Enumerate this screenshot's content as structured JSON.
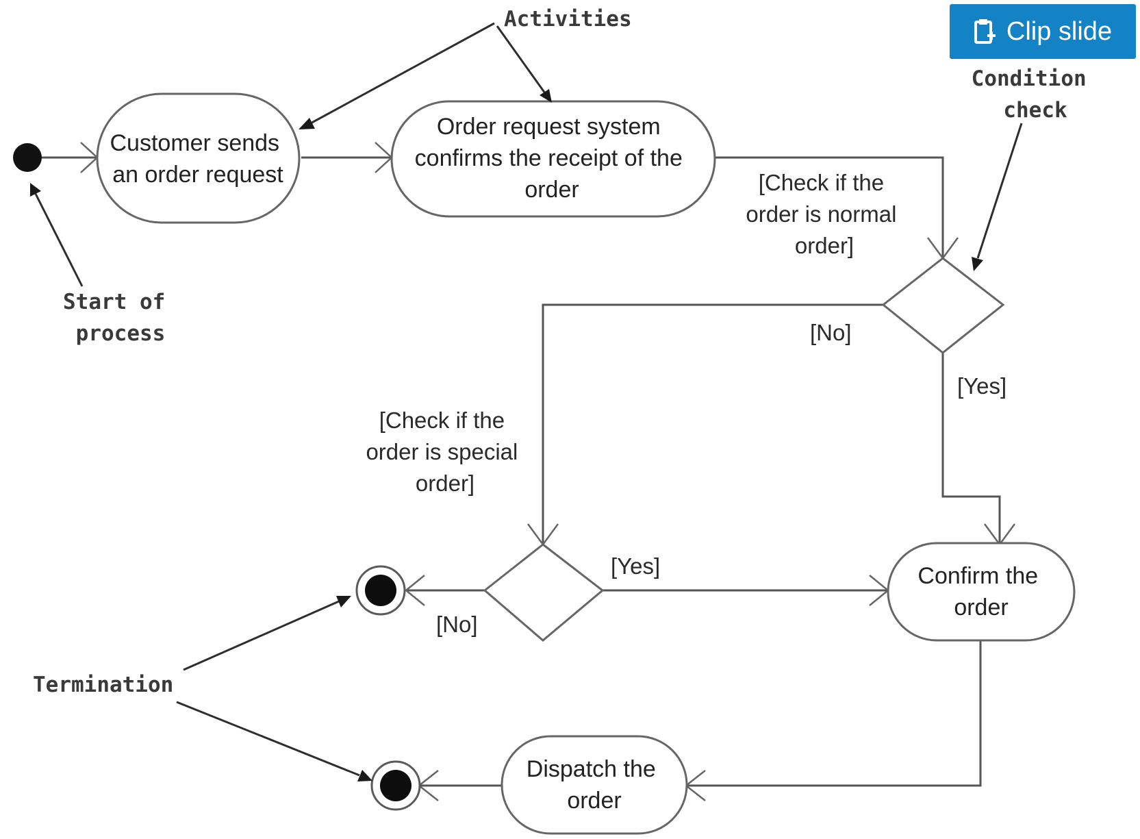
{
  "toolbar": {
    "clip_label": "Clip slide",
    "clip_icon": "clipboard-plus-icon",
    "accent_color": "#1383c6"
  },
  "annotations": {
    "activities": "Activities",
    "condition_check": [
      "Condition",
      "check"
    ],
    "start_of_process": [
      "Start of",
      "process"
    ],
    "termination": "Termination"
  },
  "activities": {
    "customer_sends": [
      "Customer sends",
      "an order request"
    ],
    "confirms_receipt": [
      "Order request system",
      "confirms the receipt of the",
      "order"
    ],
    "confirm_order": [
      "Confirm the",
      "order"
    ],
    "dispatch_order": [
      "Dispatch the",
      "order"
    ]
  },
  "guards": {
    "check_normal": [
      "[Check if the",
      "order is normal",
      "order]"
    ],
    "check_special": [
      "[Check if the",
      "order is special",
      "order]"
    ],
    "normal_no": "[No]",
    "normal_yes": "[Yes]",
    "special_yes": "[Yes]",
    "special_no": "[No]"
  }
}
